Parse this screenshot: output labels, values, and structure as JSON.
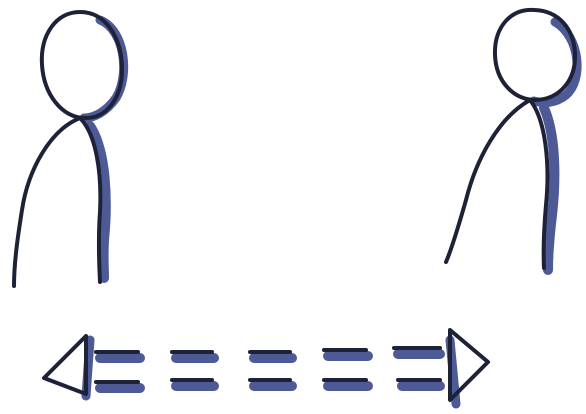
{
  "diagram": {
    "kind": "hand-drawn sketch",
    "figures": [
      {
        "id": "left-person",
        "facing": "right"
      },
      {
        "id": "right-person",
        "facing": "left"
      }
    ],
    "connector": {
      "style": "double dashed line",
      "arrowheads": [
        "left",
        "right"
      ],
      "dash_count": 5
    }
  },
  "colors": {
    "background": "#ffffff",
    "ink": "#1d2238",
    "shadow": "#4e5a96"
  }
}
